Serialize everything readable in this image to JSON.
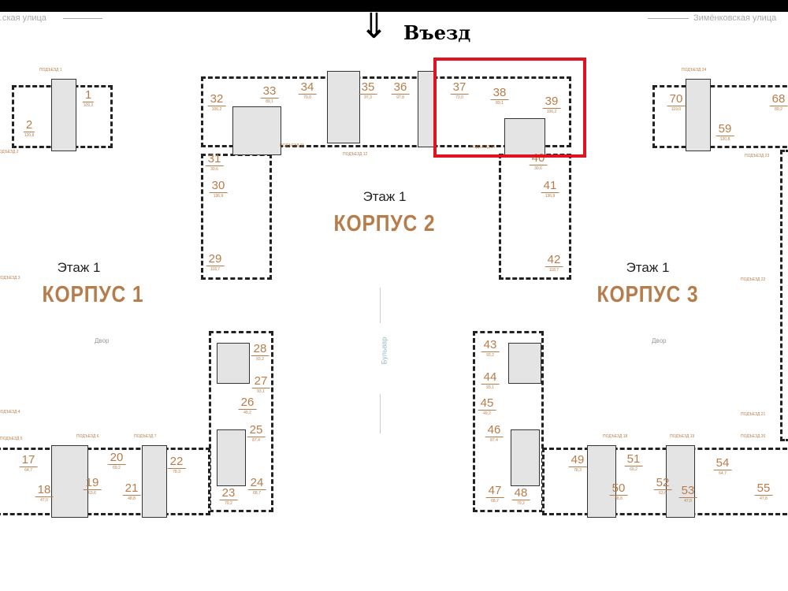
{
  "streets": {
    "left": "…ская улица",
    "right": "Зимёнковская улица"
  },
  "entry": {
    "label": "Въезд",
    "arrow_icon": "double-down-arrow"
  },
  "highlight_color": "#e0141e",
  "buildings": [
    {
      "floor": "Этаж 1",
      "name": "КОРПУС 1",
      "yard": "Двор"
    },
    {
      "floor": "Этаж 1",
      "name": "КОРПУС 2"
    },
    {
      "floor": "Этаж 1",
      "name": "КОРПУС 3",
      "yard": "Двор"
    }
  ],
  "boulevard": "Бульвар",
  "units": [
    {
      "n": "1",
      "a": "109,2"
    },
    {
      "n": "2",
      "a": "120,8"
    },
    {
      "n": "32",
      "a": "106,2"
    },
    {
      "n": "33",
      "a": "89,1"
    },
    {
      "n": "34",
      "a": "70,0"
    },
    {
      "n": "35",
      "a": "97,3"
    },
    {
      "n": "36",
      "a": "97,8"
    },
    {
      "n": "37",
      "a": "73,0"
    },
    {
      "n": "38",
      "a": "89,1"
    },
    {
      "n": "39",
      "a": "106,2"
    },
    {
      "n": "31",
      "a": "30,6"
    },
    {
      "n": "40",
      "a": "30,6"
    },
    {
      "n": "30",
      "a": "136,9"
    },
    {
      "n": "29",
      "a": "118,7"
    },
    {
      "n": "41",
      "a": "136,9"
    },
    {
      "n": "42",
      "a": "118,7"
    },
    {
      "n": "28",
      "a": "93,2"
    },
    {
      "n": "27",
      "a": "93,1"
    },
    {
      "n": "26",
      "a": "49,2"
    },
    {
      "n": "25",
      "a": "87,4"
    },
    {
      "n": "24",
      "a": "68,7"
    },
    {
      "n": "23",
      "a": "79,2"
    },
    {
      "n": "17",
      "a": "64,7"
    },
    {
      "n": "18",
      "a": "47,0"
    },
    {
      "n": "19",
      "a": "63,6"
    },
    {
      "n": "20",
      "a": "69,2"
    },
    {
      "n": "21",
      "a": "48,8"
    },
    {
      "n": "22",
      "a": "78,3"
    },
    {
      "n": "43",
      "a": "93,2"
    },
    {
      "n": "44",
      "a": "93,1"
    },
    {
      "n": "45",
      "a": "49,2"
    },
    {
      "n": "46",
      "a": "87,4"
    },
    {
      "n": "47",
      "a": "68,7"
    },
    {
      "n": "48",
      "a": "79,2"
    },
    {
      "n": "49",
      "a": "78,3"
    },
    {
      "n": "50",
      "a": "48,8"
    },
    {
      "n": "51",
      "a": "69,2"
    },
    {
      "n": "52",
      "a": "63,6"
    },
    {
      "n": "53",
      "a": "47,0"
    },
    {
      "n": "54",
      "a": "64,7"
    },
    {
      "n": "55",
      "a": "47,8"
    },
    {
      "n": "70",
      "a": "119,0"
    },
    {
      "n": "59",
      "a": "120,8"
    },
    {
      "n": "68",
      "a": "89,2"
    }
  ],
  "entrances": [
    "ПОДЪЕЗД 1",
    "ПОДЪЕЗД 2",
    "ПОДЪЕЗД 11",
    "ПОДЪЕЗД 12",
    "ПОДЪЕЗД 14",
    "ПОДЪЕЗД 24",
    "ПОДЪЕЗД 23",
    "ПОДЪЕЗД 5",
    "ПОДЪЕЗД 6",
    "ПОДЪЕЗД 7",
    "ПОДЪЕЗД 18",
    "ПОДЪЕЗД 19",
    "ПОДЪЕЗД 20",
    "ПОДЪЕЗД 21",
    "ПОДЪЕЗД 22",
    "ПОДЪЕЗД 3",
    "ПОДЪЕЗД 4"
  ]
}
